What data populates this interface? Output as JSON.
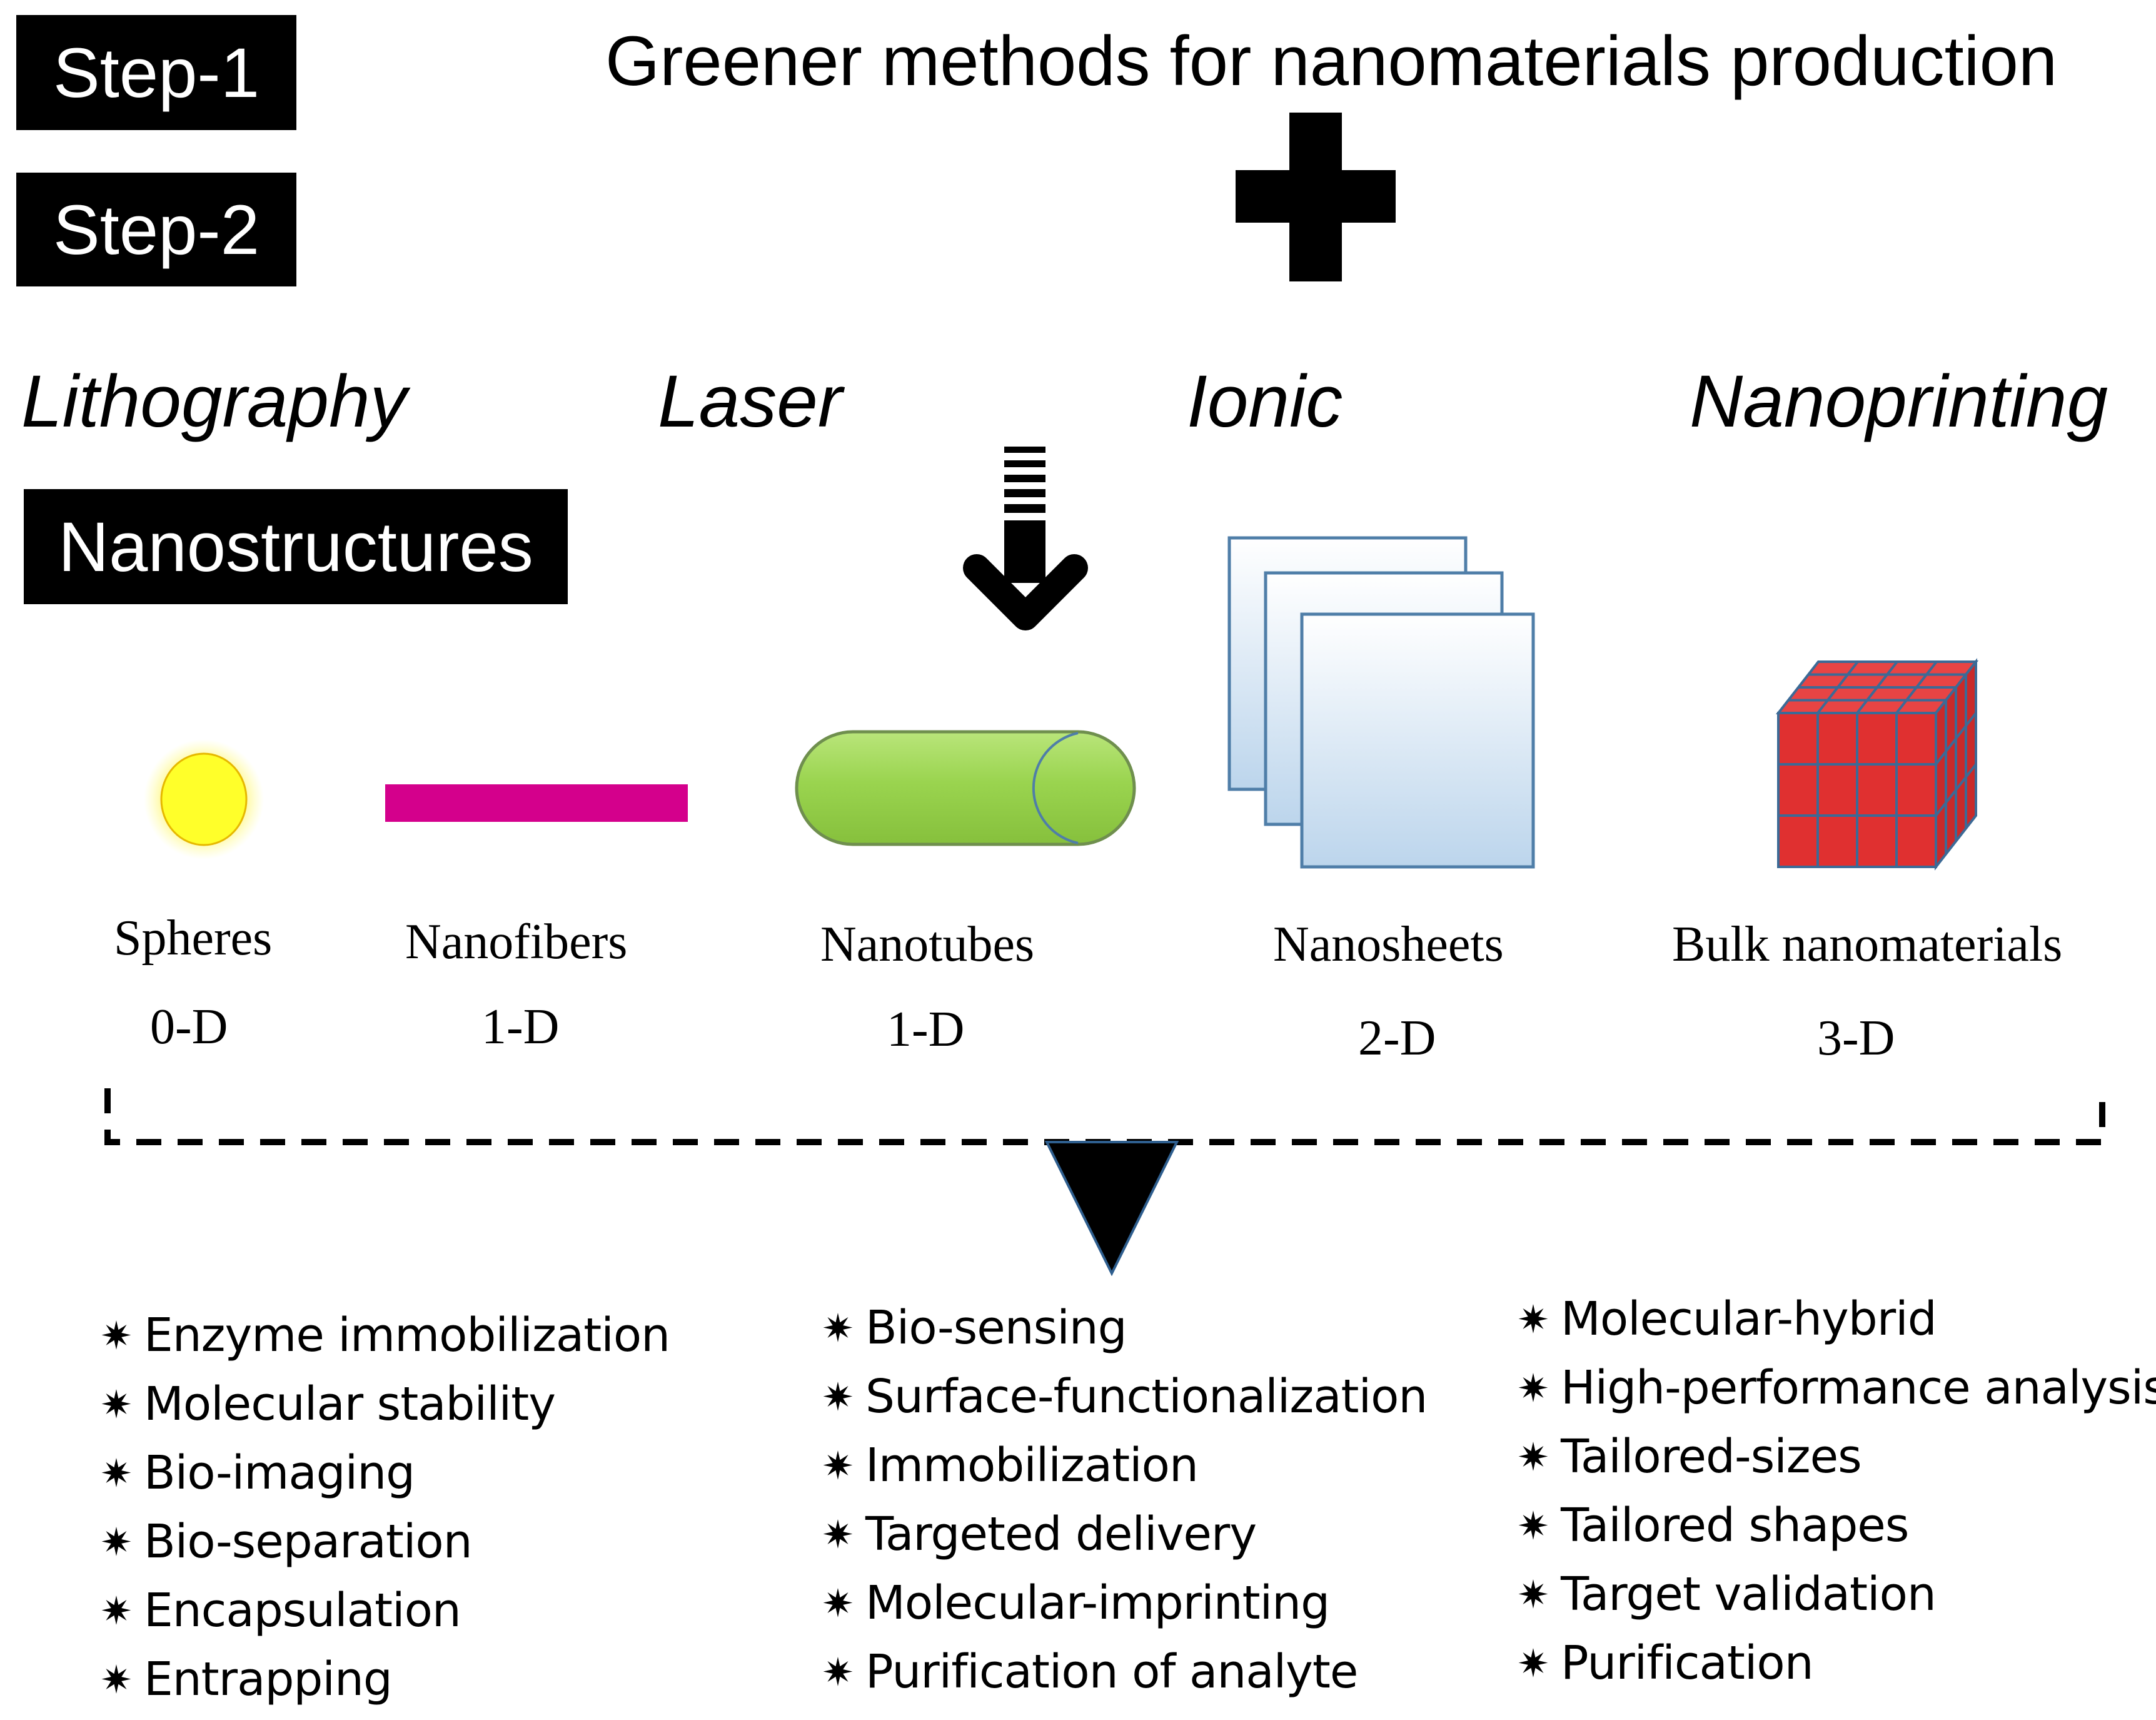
{
  "steps": {
    "step1": "Step-1",
    "step2": "Step-2",
    "nanostructures": "Nanostructures"
  },
  "title": "Greener methods for nanomaterials production",
  "methods": [
    "Lithography",
    "Laser",
    "Ionic",
    "Nanoprinting"
  ],
  "nanostructures": [
    {
      "name": "Spheres",
      "dimension": "0-D",
      "color": "#ffff33"
    },
    {
      "name": "Nanofibers",
      "dimension": "1-D",
      "color": "#d4008c"
    },
    {
      "name": "Nanotubes",
      "dimension": "1-D",
      "color": "#9ad44f"
    },
    {
      "name": "Nanosheets",
      "dimension": "2-D",
      "color": "#c7dcf0"
    },
    {
      "name": "Bulk nanomaterials",
      "dimension": "3-D",
      "color": "#e03030"
    }
  ],
  "icons": {
    "plus": "plus-icon",
    "arrow": "striped-down-arrow-icon",
    "triangle": "down-triangle-icon",
    "bullet": "✷"
  },
  "applications": {
    "column1": [
      "Enzyme immobilization",
      "Molecular stability",
      "Bio-imaging",
      "Bio-separation",
      "Encapsulation",
      "Entrapping"
    ],
    "column2": [
      "Bio-sensing",
      "Surface-functionalization",
      "Immobilization",
      "Targeted delivery",
      "Molecular-imprinting",
      "Purification of analyte"
    ],
    "column3": [
      "Molecular-hybrid",
      "High-performance analysis",
      "Tailored-sizes",
      "Tailored shapes",
      "Target validation",
      "Purification"
    ]
  }
}
